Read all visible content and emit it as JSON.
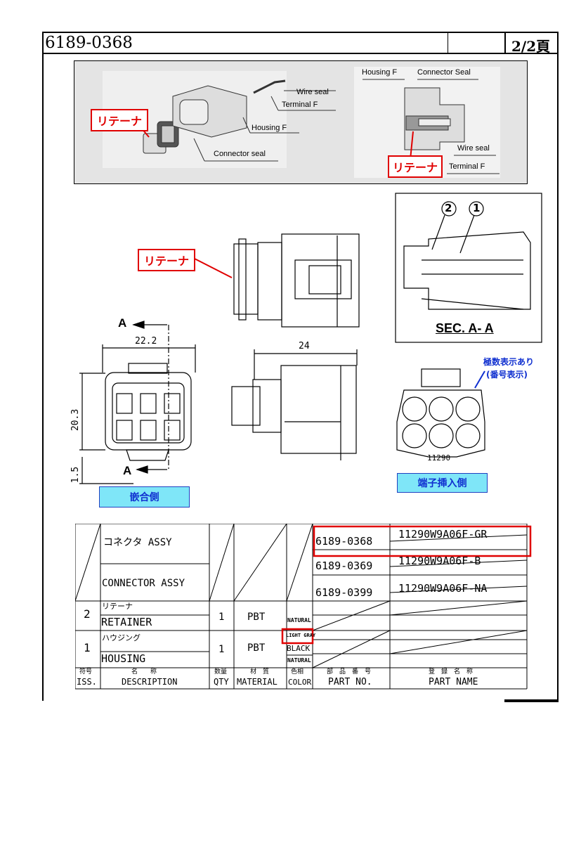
{
  "header": {
    "doc_number": "6189-0368",
    "page": "2/2頁"
  },
  "photo": {
    "left_labels": {
      "retainer": "リテーナ",
      "wire_seal": "Wire seal",
      "terminal": "Terminal F",
      "housing": "Housing F",
      "connector_seal": "Connector seal"
    },
    "right_labels": {
      "housing": "Housing F",
      "connector_seal": "Connector Seal",
      "wire_seal": "Wire seal",
      "terminal": "Terminal F",
      "retainer": "リテーナ"
    }
  },
  "drawing": {
    "retainer_callout": "リテーナ",
    "section_label": "SEC. A- A",
    "balloon_1": "1",
    "balloon_2": "2",
    "section_mark_top": "A",
    "section_mark_bottom": "A",
    "dim_width": "22.2",
    "dim_height": "20.3",
    "dim_offset": "1.5",
    "dim_length": "24",
    "mating_side": "嵌合側",
    "terminal_side": "端子挿入側",
    "pole_note_1": "極数表示あり",
    "pole_note_2": "(番号表示)",
    "mold_mark": "11290"
  },
  "table": {
    "assy_jp": "コネクタ ASSY",
    "assy_en": "CONNECTOR ASSY",
    "variants": [
      {
        "part_no": "6189-0368",
        "part_name": "11290W9A06F-GR"
      },
      {
        "part_no": "6189-0369",
        "part_name": "11290W9A06F-B"
      },
      {
        "part_no": "6189-0399",
        "part_name": "11290W9A06F-NA"
      }
    ],
    "rows": [
      {
        "iss": "2",
        "name_jp": "リテーナ",
        "name_en": "RETAINER",
        "qty": "1",
        "material": "PBT",
        "colors": [
          "NATURAL"
        ]
      },
      {
        "iss": "1",
        "name_jp": "ハウジング",
        "name_en": "HOUSING",
        "qty": "1",
        "material": "PBT",
        "colors": [
          "LIGHT GRAY",
          "BLACK",
          "NATURAL"
        ]
      }
    ],
    "headers": {
      "iss_jp": "符号",
      "iss": "ISS.",
      "desc_jp": "名　　称",
      "desc": "DESCRIPTION",
      "qty_jp": "数量",
      "qty": "QTY",
      "mat_jp": "材　質",
      "mat": "MATERIAL",
      "color_jp": "色相",
      "color": "COLOR",
      "partno_jp": "部　品　番　号",
      "partno": "PART NO.",
      "partname_jp": "登　録　名　称",
      "partname": "PART NAME"
    }
  },
  "colors": {
    "highlight": "#e00000",
    "label_bg": "#7fe6f8",
    "label_text": "#1030d0"
  }
}
